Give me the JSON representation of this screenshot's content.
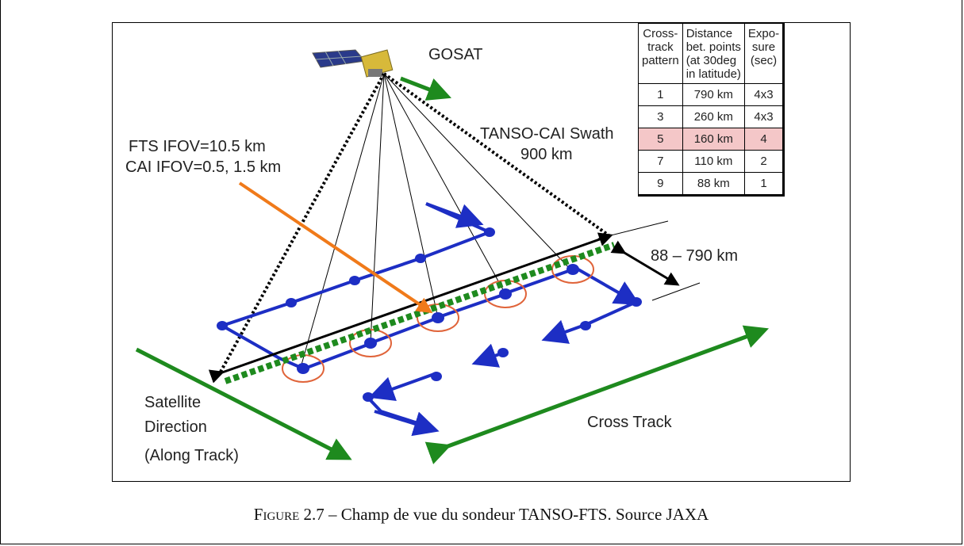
{
  "diagram": {
    "satellite_label": "GOSAT",
    "ifov_line1": "FTS IFOV=10.5 km",
    "ifov_line2": "CAI IFOV=0.5, 1.5 km",
    "swath_line1": "TANSO-CAI Swath",
    "swath_line2": "900 km",
    "distance_range": "88 – 790 km",
    "along_line1": "Satellite",
    "along_line2": "Direction",
    "along_line3": "(Along Track)",
    "cross_track": "Cross Track",
    "colors": {
      "track_blue": "#1d2ec4",
      "arrow_green": "#1e8a1e",
      "ifov_orange": "#f07a1a",
      "highlight_row": "#f4c7c8"
    }
  },
  "table": {
    "headers": [
      [
        "Cross-",
        "track",
        "pattern"
      ],
      [
        "Distance",
        "bet. points",
        "(at 30deg",
        "in latitude)"
      ],
      [
        "Expo-",
        "sure",
        "(sec)"
      ]
    ],
    "rows": [
      [
        "1",
        "790 km",
        "4x3"
      ],
      [
        "3",
        "260 km",
        "4x3"
      ],
      [
        "5",
        "160 km",
        "4"
      ],
      [
        "7",
        "110 km",
        "2"
      ],
      [
        "9",
        "88 km",
        "1"
      ]
    ]
  },
  "caption": {
    "label": "Figure 2.7",
    "text": " – Champ de vue du sondeur TANSO-FTS. Source JAXA"
  }
}
